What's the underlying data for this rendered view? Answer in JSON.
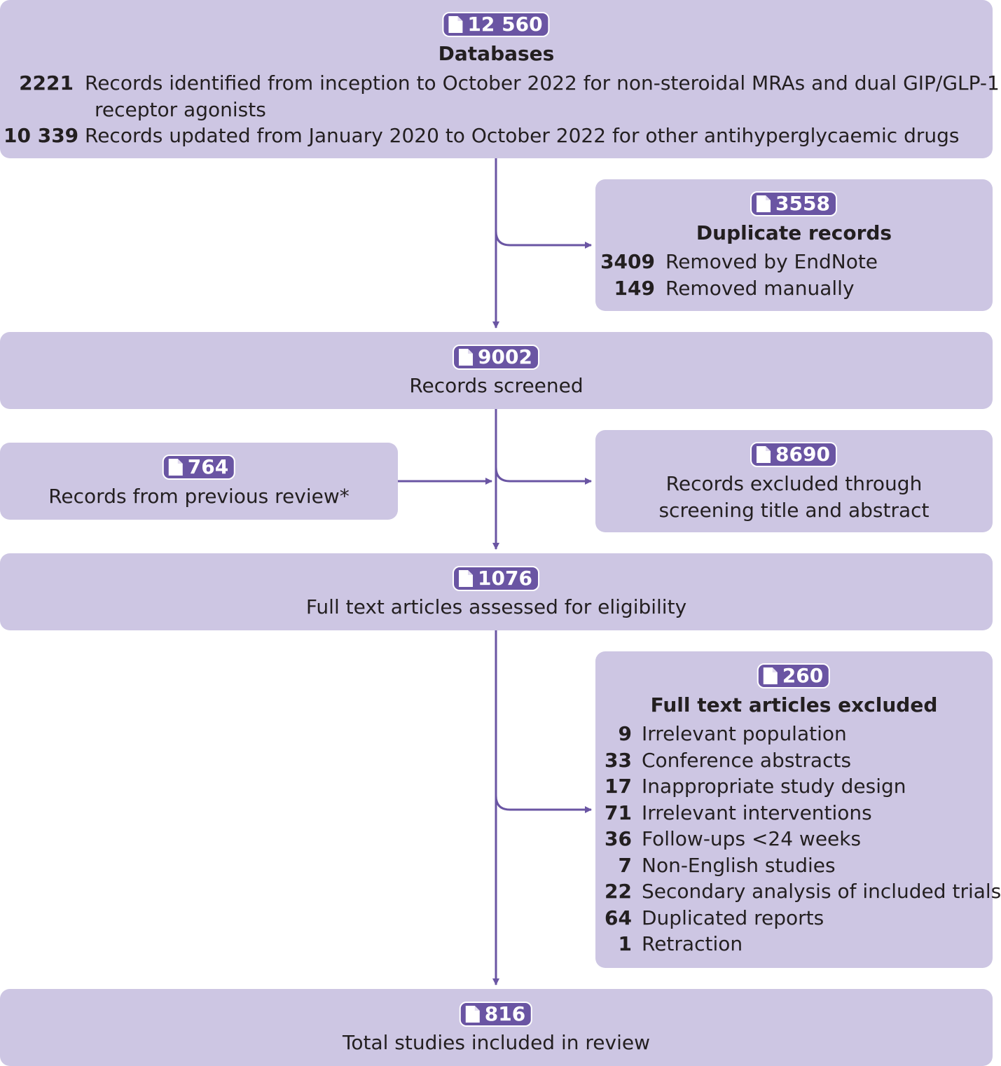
{
  "accent_color": "#6a55a3",
  "box_color": "#cdc6e3",
  "icon": "document-icon",
  "databases": {
    "count": "12 560",
    "title": "Databases",
    "rows": [
      {
        "num": "2221",
        "text": "Records identified from inception to October 2022 for non-steroidal MRAs and dual GIP/GLP-1"
      },
      {
        "num": "",
        "text": "receptor agonists"
      },
      {
        "num": "10 339",
        "text": "Records updated from January 2020 to October 2022 for other antihyperglycaemic drugs"
      }
    ]
  },
  "duplicates": {
    "count": "3558",
    "title": "Duplicate records",
    "rows": [
      {
        "num": "3409",
        "text": "Removed by EndNote"
      },
      {
        "num": "149",
        "text": "Removed  manually"
      }
    ]
  },
  "screened": {
    "count": "9002",
    "label": "Records screened"
  },
  "previous": {
    "count": "764",
    "label": "Records from previous review*"
  },
  "excluded_screening": {
    "count": "8690",
    "line1": "Records excluded through",
    "line2": "screening title and abstract"
  },
  "fulltext": {
    "count": "1076",
    "label": "Full text articles assessed for eligibility"
  },
  "fulltext_excluded": {
    "count": "260",
    "title": "Full text articles excluded",
    "rows": [
      {
        "num": "9",
        "text": "Irrelevant population"
      },
      {
        "num": "33",
        "text": "Conference abstracts"
      },
      {
        "num": "17",
        "text": "Inappropriate study design"
      },
      {
        "num": "71",
        "text": "Irrelevant interventions"
      },
      {
        "num": "36",
        "text": "Follow-ups <24 weeks"
      },
      {
        "num": "7",
        "text": "Non-English studies"
      },
      {
        "num": "22",
        "text": "Secondary analysis of included trials"
      },
      {
        "num": "64",
        "text": "Duplicated reports"
      },
      {
        "num": "1",
        "text": "Retraction"
      }
    ]
  },
  "included": {
    "count": "816",
    "label": "Total studies included in review"
  }
}
